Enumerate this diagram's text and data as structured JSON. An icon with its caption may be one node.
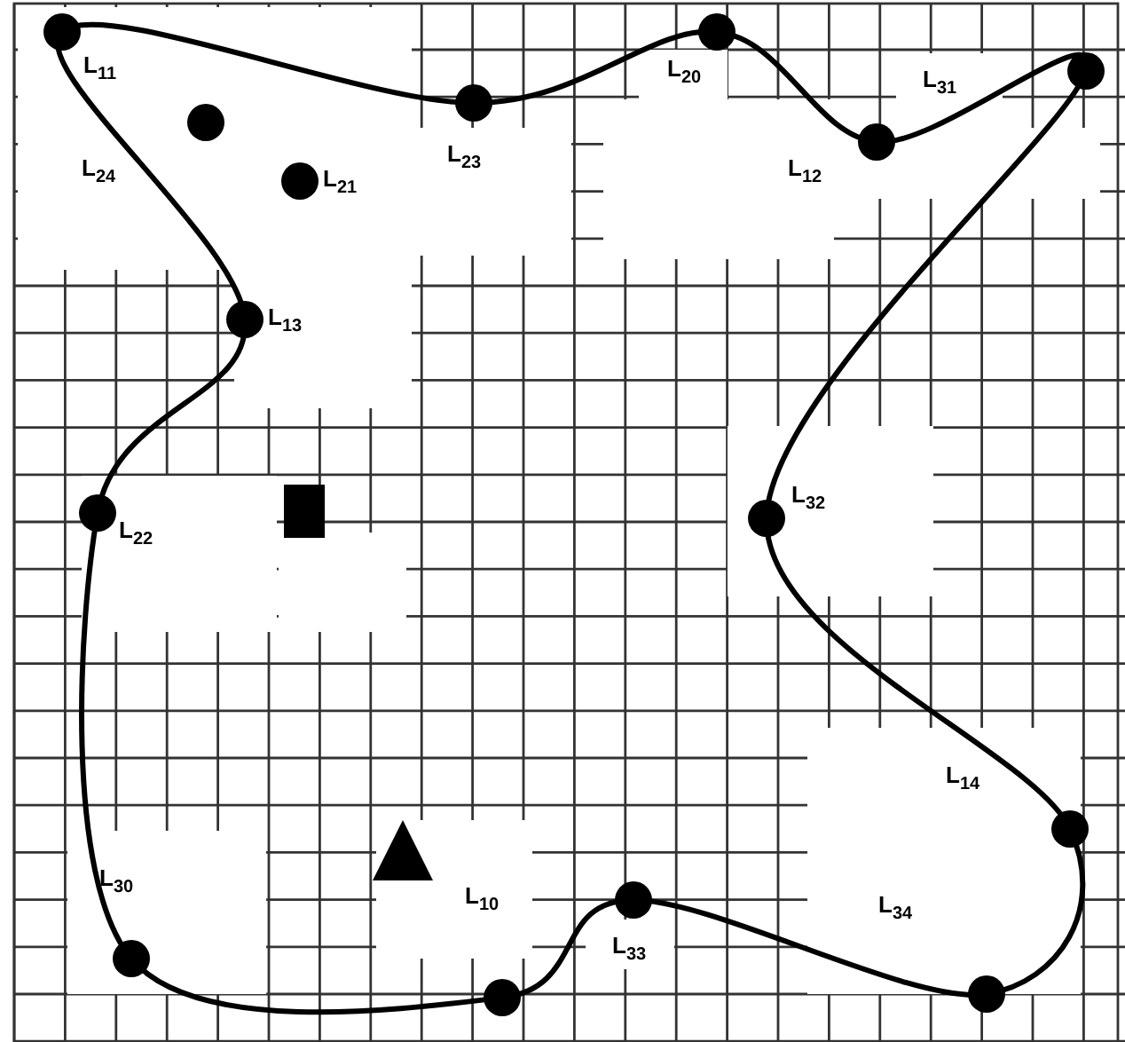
{
  "diagram": {
    "labels": [
      "L$_{11}$",
      "L$_{20}$",
      "L$_{31}$",
      "L$_{24}$",
      "L$_{21}$",
      "L$_{23}$",
      "L$_{12}$",
      "L$_{13}$",
      "L$_{22}$",
      "L$_{32}$",
      "L$_{14}$",
      "L$_{30}$",
      "L$_{10}$",
      "L$_{33}$",
      "L$_{34}$"
    ]
  }
}
